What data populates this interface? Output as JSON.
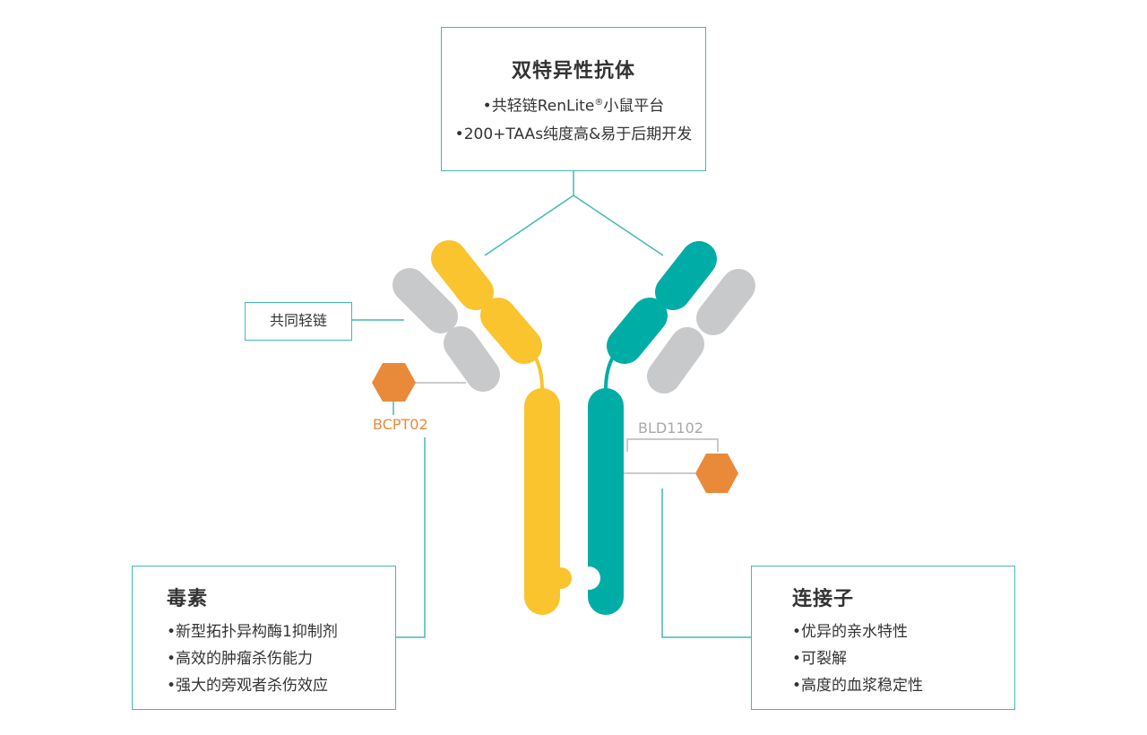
{
  "top_box": {
    "title": "双特异性抗体",
    "items": [
      "•共轻链RenLite®小鼠平台",
      "•200+TAAs纯度高&易于后期开发"
    ]
  },
  "light_chain_box": {
    "label": "共同轻链"
  },
  "payload_label": "BCPT02",
  "linker_label": "BLD1102",
  "toxin_box": {
    "title": "毒素",
    "items": [
      "•新型拓扑异构酶1抑制剂",
      "•高效的肿瘤杀伤能力",
      "•强大的旁观者杀伤效应"
    ]
  },
  "linker_box": {
    "title": "连接子",
    "items": [
      "•优异的亲水特性",
      "•可裂解",
      "•高度的血浆稳定性"
    ]
  },
  "colors": {
    "teal": "#00ada6",
    "yellow": "#f9c42e",
    "gray": "#c8c9cb",
    "orange": "#e98a3a",
    "border": "#43b9b3"
  }
}
